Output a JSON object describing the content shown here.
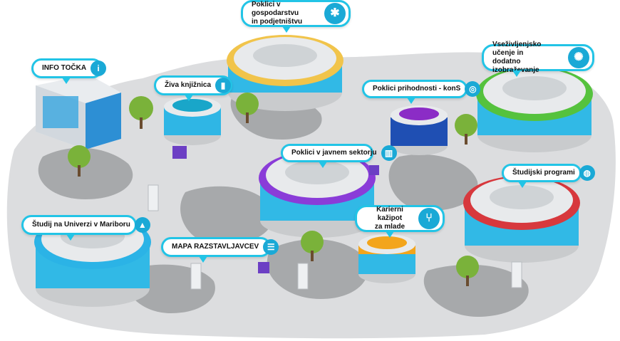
{
  "booths": [
    {
      "id": "info",
      "label": "INFO TOČKA",
      "icon": "info-icon",
      "icon_glyph": "i"
    },
    {
      "id": "library",
      "label": "Živa knjižnica",
      "icon": "book-icon",
      "icon_glyph": "▮"
    },
    {
      "id": "business",
      "label": "Poklici v gospodarstvu\nin podjetništvu",
      "icon": "network-icon",
      "icon_glyph": "✱"
    },
    {
      "id": "future",
      "label": "Poklici prihodnosti - konS",
      "icon": "vr-headset-icon",
      "icon_glyph": "◎"
    },
    {
      "id": "lifelong",
      "label": "Vseživljenjsko učenje in\ndodatno izobraževanje",
      "icon": "brain-icon",
      "icon_glyph": "✺"
    },
    {
      "id": "public",
      "label": "Poklici v javnem sektorju",
      "icon": "books-icon",
      "icon_glyph": "▥"
    },
    {
      "id": "programs",
      "label": "Študijski programi",
      "icon": "globe-icon",
      "icon_glyph": "◍"
    },
    {
      "id": "career",
      "label": "Karierni kažipot\nza mlade",
      "icon": "signpost-icon",
      "icon_glyph": "⑂"
    },
    {
      "id": "university",
      "label": "Študij na Univerzi v Mariboru",
      "icon": "graduation-cap-icon",
      "icon_glyph": "▲"
    },
    {
      "id": "map",
      "label": "MAPA RAZSTAVLJAVCEV",
      "icon": "list-icon",
      "icon_glyph": "☰"
    }
  ],
  "colors": {
    "label_border": "#22c4e6",
    "icon_bg": "#1aa9d6",
    "ground": "#d9dadc",
    "ground_dark": "#a9abad",
    "glass": "#31b9e6",
    "roof": "#e6e8ea",
    "ring_business": "#f1c44b",
    "ring_lifelong": "#55c23d",
    "ring_public": "#8a3cd8",
    "ring_programs": "#d7383d",
    "ring_university": "#2bb3e6",
    "tree": "#7ab23a"
  }
}
